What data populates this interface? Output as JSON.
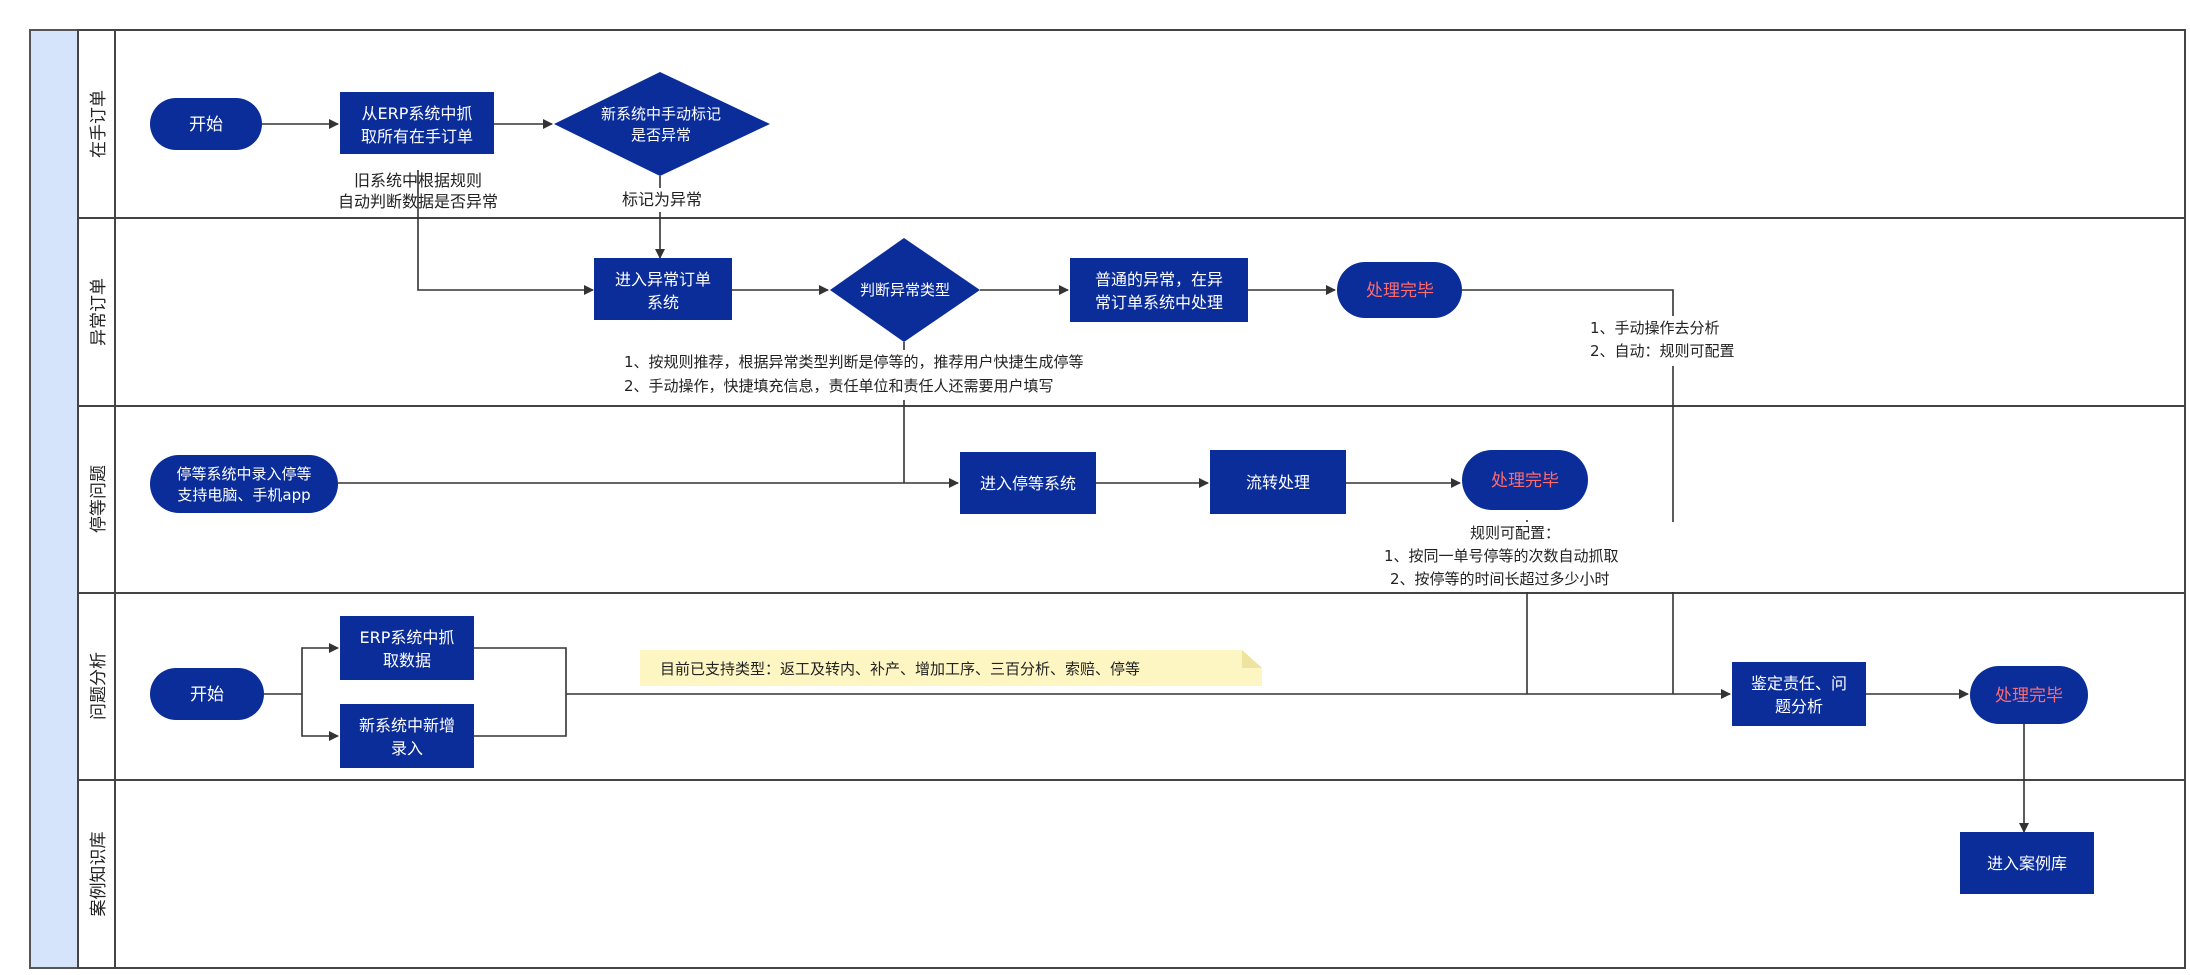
{
  "lanes": [
    {
      "label": "在手订单"
    },
    {
      "label": "异常订单"
    },
    {
      "label": "停等问题"
    },
    {
      "label": "问题分析"
    },
    {
      "label": "案例知识库"
    }
  ],
  "nodes": {
    "start1": "开始",
    "erp_fetch": [
      "从ERP系统中抓",
      "取所有在手订单"
    ],
    "manual_mark": [
      "新系统中手动标记",
      "是否异常"
    ],
    "enter_abnormal": [
      "进入异常订单",
      "系统"
    ],
    "judge_type": "判断异常类型",
    "normal_abnormal": [
      "普通的异常，在异",
      "常订单系统中处理"
    ],
    "done1": "处理完毕",
    "stop_entry": [
      "停等系统中录入停等",
      "支持电脑、手机app"
    ],
    "enter_stop": "进入停等系统",
    "flow_process": "流转处理",
    "done2": "处理完毕",
    "start2": "开始",
    "erp_data": [
      "ERP系统中抓",
      "取数据"
    ],
    "new_entry": [
      "新系统中新增",
      "录入"
    ],
    "identify": [
      "鉴定责任、问",
      "题分析"
    ],
    "done3": "处理完毕",
    "case_lib": "进入案例库"
  },
  "annotations": {
    "old_rule": [
      "旧系统中根据规则",
      "自动判断数据是否异常"
    ],
    "mark_abnormal": "标记为异常",
    "judge_note": [
      "1、按规则推荐，根据异常类型判断是停等的，推荐用户快捷生成停等",
      "2、手动操作，快捷填充信息，责任单位和责任人还需要用户填写"
    ],
    "analysis_note": [
      "1、手动操作去分析",
      "2、自动：规则可配置"
    ],
    "rule_note": [
      "规则可配置：",
      "1、按同一单号停等的次数自动抓取",
      "2、按停等的时间长超过多少小时"
    ],
    "supported_types": "目前已支持类型：返工及转内、补产、增加工序、三百分析、索赔、停等"
  },
  "colors": {
    "node_fill": "#0b2d9a",
    "node_text": "#ffffff",
    "done_text": "#ff6a6a",
    "line": "#333333",
    "lane_strip": "#d6e4fb",
    "note_bg": "#fdf5c2"
  }
}
